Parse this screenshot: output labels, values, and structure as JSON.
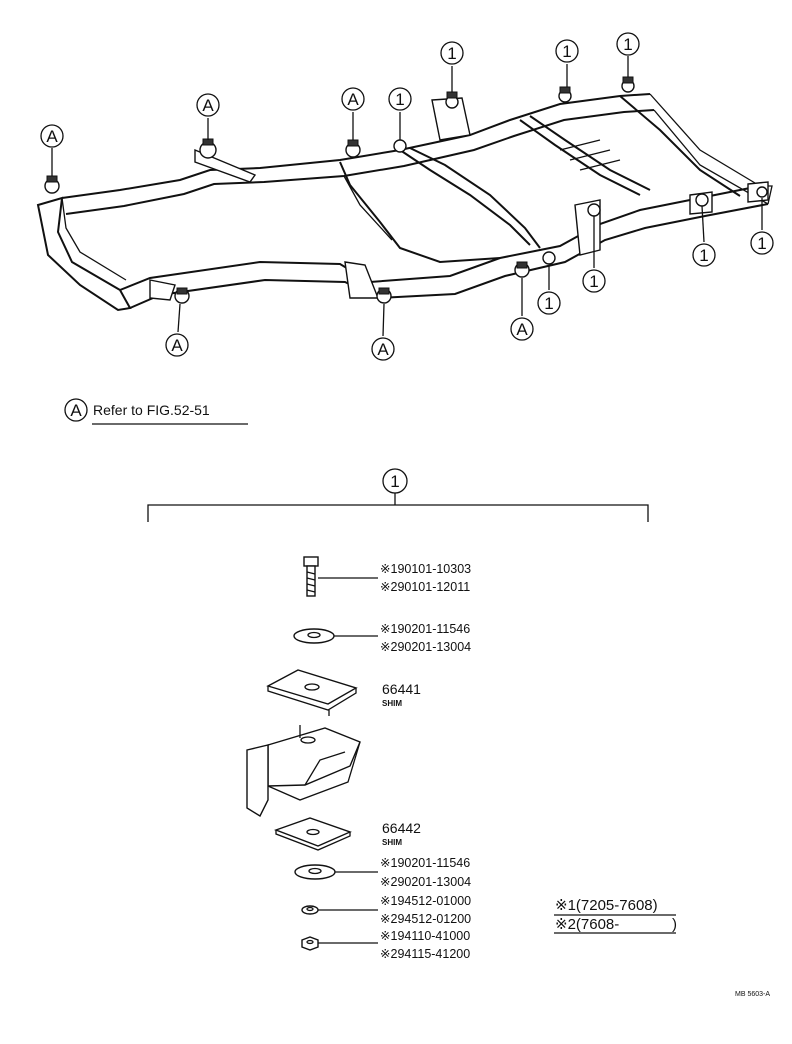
{
  "callouts": {
    "one": "1",
    "A": "A"
  },
  "reference": {
    "marker": "A",
    "text": "Refer to FIG.52-51"
  },
  "parts": [
    {
      "mark1": "※1",
      "num1": "90101-10303",
      "mark2": "※2",
      "num2": "90101-12011"
    },
    {
      "mark1": "※1",
      "num1": "90201-11546",
      "mark2": "※2",
      "num2": "90201-13004"
    },
    {
      "num": "66441",
      "sub": "SHIM"
    },
    {
      "num": "66442",
      "sub": "SHIM"
    },
    {
      "mark1": "※1",
      "num1": "90201-11546",
      "mark2": "※2",
      "num2": "90201-13004"
    },
    {
      "mark1": "※1",
      "num1": "94512-01000",
      "mark2": "※2",
      "num2": "94512-01200"
    },
    {
      "mark1": "※1",
      "num1": "94110-41000",
      "mark2": "※2",
      "num2": "94115-41200"
    }
  ],
  "legend": {
    "line1": "※1(7205-7608)",
    "line2": "※2(7608-",
    "line2_end": ")"
  },
  "figure_code": "MB 5603-A"
}
